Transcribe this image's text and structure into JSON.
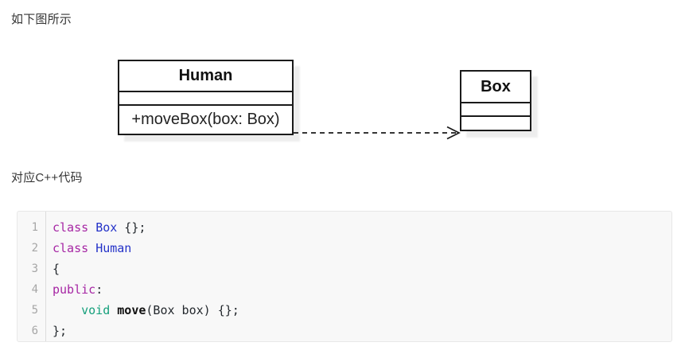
{
  "intro_text": "如下图所示",
  "code_label": "对应C++代码",
  "diagram": {
    "human_class": {
      "title": "Human",
      "attributes": "",
      "operations": "+moveBox(box: Box)"
    },
    "box_class": {
      "title": "Box",
      "attributes": "",
      "operations": ""
    },
    "arrow": {
      "type": "dashed-dependency",
      "from": "Human",
      "to": "Box"
    }
  },
  "code_block": {
    "language": "cpp",
    "lines": [
      {
        "num": "1",
        "tokens": [
          {
            "c": "kw",
            "t": "class"
          },
          {
            "c": "pl",
            "t": " "
          },
          {
            "c": "ty",
            "t": "Box"
          },
          {
            "c": "pl",
            "t": " {};"
          }
        ]
      },
      {
        "num": "2",
        "tokens": [
          {
            "c": "kw",
            "t": "class"
          },
          {
            "c": "pl",
            "t": " "
          },
          {
            "c": "ty",
            "t": "Human"
          }
        ]
      },
      {
        "num": "3",
        "tokens": [
          {
            "c": "pl",
            "t": "{"
          }
        ]
      },
      {
        "num": "4",
        "tokens": [
          {
            "c": "kw",
            "t": "public"
          },
          {
            "c": "pl",
            "t": ":"
          }
        ]
      },
      {
        "num": "5",
        "tokens": [
          {
            "c": "pl",
            "t": "    "
          },
          {
            "c": "bi",
            "t": "void"
          },
          {
            "c": "pl",
            "t": " "
          },
          {
            "c": "fn",
            "t": "move"
          },
          {
            "c": "pl",
            "t": "(Box box) {};"
          }
        ]
      },
      {
        "num": "6",
        "tokens": [
          {
            "c": "pl",
            "t": "};"
          }
        ]
      }
    ]
  },
  "colors": {
    "kw": "#a626a4",
    "ty": "#2432c8",
    "bi": "#16a07c",
    "fn": "#111111",
    "plain": "#24292e",
    "ln": "#a6a6a6",
    "codebg": "#f8f8f8",
    "codeborder": "#e8e8e8",
    "gutterline": "#dcdcdc",
    "text": "#363636",
    "umlline": "#1a1a1a"
  }
}
